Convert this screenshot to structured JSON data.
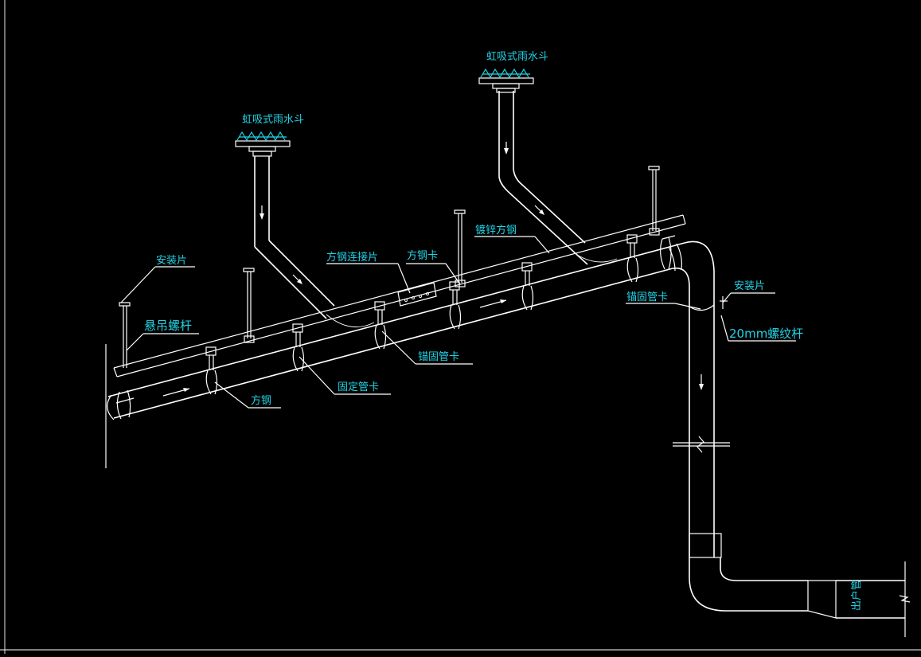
{
  "labels": {
    "rain_hopper_left": "虹吸式雨水斗",
    "rain_hopper_right": "虹吸式雨水斗",
    "mounting_plate_left": "安装片",
    "hanging_screw_rod": "悬吊螺杆",
    "square_steel_connector": "方钢连接片",
    "square_steel_clip": "方钢卡",
    "galvanized_square_steel": "镀锌方钢",
    "anchor_pipe_clamp_upper": "锚固管卡",
    "anchor_pipe_clamp_lower": "锚固管卡",
    "fixed_pipe_clamp": "固定管卡",
    "square_steel": "方钢",
    "mounting_plate_right": "安装片",
    "threaded_rod_20mm": "20mm螺纹杆",
    "outlet_pipe": "出户管"
  },
  "colors": {
    "background": "#000000",
    "linework": "#ffffff",
    "annotation": "#22d3e6"
  }
}
